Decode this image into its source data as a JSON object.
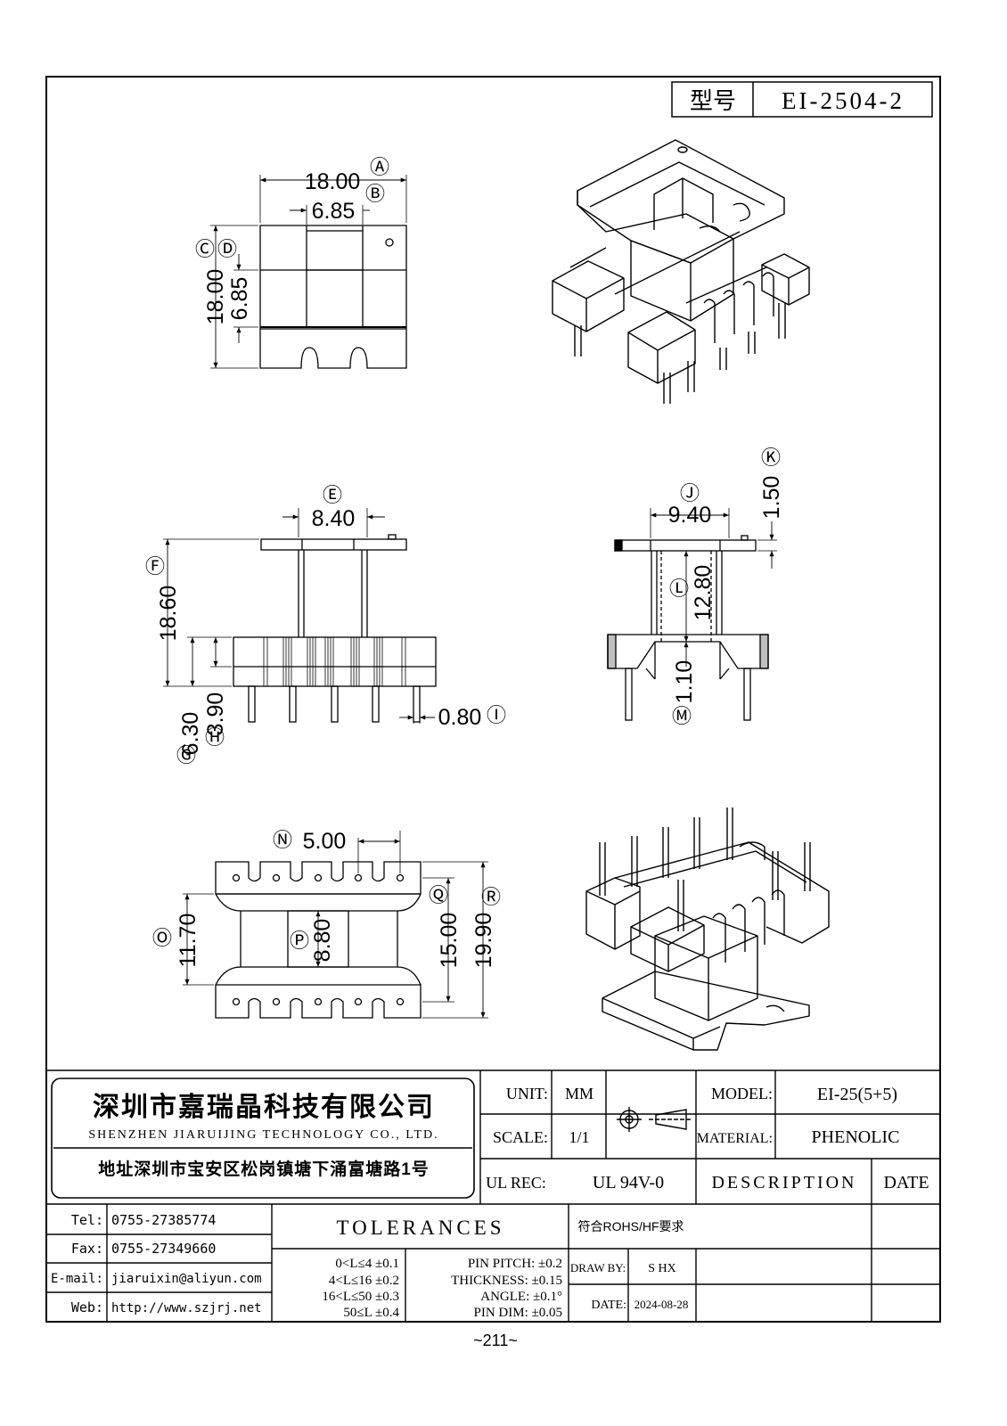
{
  "title_block": {
    "model_label": "型号",
    "model_value": "EI-2504-2"
  },
  "dims": {
    "A": "18.00",
    "B": "6.85",
    "C": "18.00",
    "D": "6.85",
    "E": "8.40",
    "F": "18.60",
    "G": "6.30",
    "H": "3.90",
    "I": "0.80",
    "J": "9.40",
    "K": "1.50",
    "L": "12.80",
    "M": "1.10",
    "N": "5.00",
    "O": "11.70",
    "P": "8.80",
    "Q": "15.00",
    "R": "19.90"
  },
  "markers": {
    "A": "Ⓐ",
    "B": "Ⓑ",
    "C": "Ⓒ",
    "D": "Ⓓ",
    "E": "Ⓔ",
    "F": "Ⓕ",
    "G": "Ⓖ",
    "H": "Ⓗ",
    "I": "Ⓘ",
    "J": "Ⓙ",
    "K": "Ⓚ",
    "L": "Ⓛ",
    "M": "Ⓜ",
    "N": "Ⓝ",
    "O": "Ⓞ",
    "P": "Ⓟ",
    "Q": "Ⓠ",
    "R": "Ⓡ"
  },
  "company": {
    "name_cn": "深圳市嘉瑞晶科技有限公司",
    "name_en": "SHENZHEN JIARUIJING TECHNOLOGY CO., LTD.",
    "address": "地址深圳市宝安区松岗镇塘下涌富塘路1号"
  },
  "contact": {
    "tel_label": "Tel:",
    "tel": "0755-27385774",
    "fax_label": "Fax:",
    "fax": "0755-27349660",
    "email_label": "E-mail:",
    "email": "jiaruixin@aliyun.com",
    "web_label": "Web:",
    "web": "http://www.szjrj.net"
  },
  "spec": {
    "unit_label": "UNIT:",
    "unit": "MM",
    "scale_label": "SCALE:",
    "scale": "1/1",
    "ul_label": "UL REC:",
    "ul": "UL 94V-0",
    "model_label": "MODEL:",
    "model": "EI-25(5+5)",
    "material_label": "MATERIAL:",
    "material": "PHENOLIC",
    "description_label": "DESCRIPTION",
    "date_label": "DATE",
    "rohs": "符合ROHS/HF要求",
    "draw_by_label": "DRAW BY:",
    "draw_by": "S HX",
    "date_field_label": "DATE:",
    "date": "2024-08-28"
  },
  "tolerances": {
    "title": "TOLERANCES",
    "ranges": [
      "0<L≤4 ±0.1",
      "4<L≤16 ±0.2",
      "16<L≤50 ±0.3",
      "50≤L ±0.4"
    ],
    "others": [
      "PIN PITCH: ±0.2",
      "THICKNESS: ±0.15",
      "ANGLE: ±0.1°",
      "PIN DIM: ±0.05"
    ]
  },
  "page_number": "~211~"
}
